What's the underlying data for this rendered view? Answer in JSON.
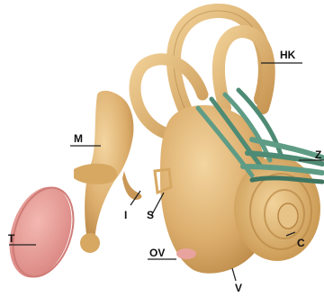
{
  "labels": {
    "hk": "HK",
    "m": "M",
    "z": "Z",
    "i": "I",
    "s": "S",
    "t": "T",
    "ov": "OV",
    "c": "C",
    "v": "V"
  },
  "colors": {
    "bone": "#d9ab69",
    "bone_dark": "#b8874a",
    "bone_light": "#efcf96",
    "tympanum": "#e9a39e",
    "nerve": "#5f9c85",
    "nerve_dark": "#3f7560",
    "line": "#222222"
  }
}
